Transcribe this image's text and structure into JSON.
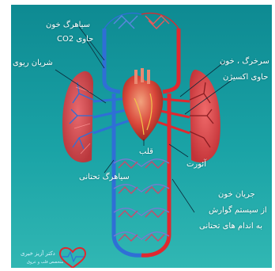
{
  "labels": {
    "upper_vena_cava": "سیاهرگ خون",
    "co2": "حاوی CO2",
    "pulmonary_artery": "شریان ریوی",
    "pulmonary_vein_line1": "سرخرگ ، خون",
    "pulmonary_vein_line2": "حاوی اکسیژن",
    "heart": "قلب",
    "aorta": "آئورت",
    "lower_vena_cava": "سیاهرگ تحتانی",
    "flow_line1": "جریان خون",
    "flow_line2": "از سیستم گوارش",
    "flow_line3": "به اندام های تحتانی"
  },
  "logo": {
    "title": "دکتر آزیز خیری",
    "subtitle": "متخصص قلب و عروق"
  },
  "colors": {
    "background": "#1aa3a6",
    "vein_blue": "#2f6fd6",
    "artery_red": "#e0282f",
    "lung_red": "#d8454a",
    "heart": "#d9473a",
    "label_text": "#ffffff"
  }
}
